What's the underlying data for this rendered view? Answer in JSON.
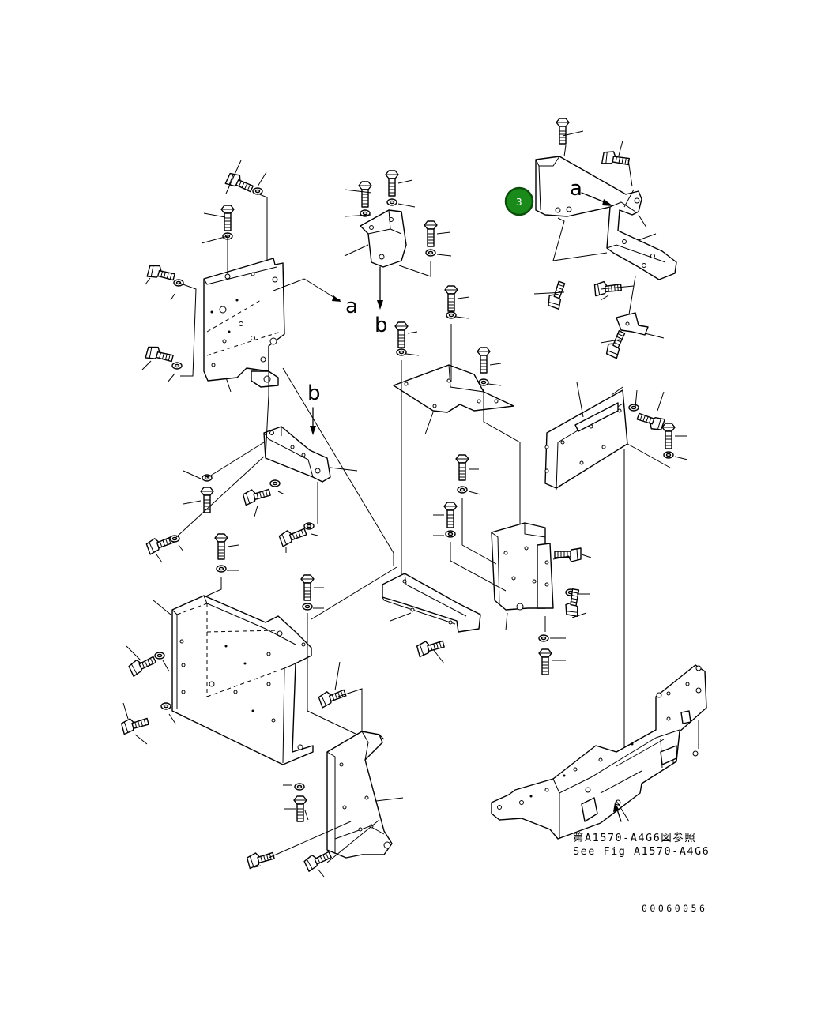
{
  "diagram": {
    "callout": {
      "number": "3",
      "color": "#1a8a1a"
    },
    "arrow_labels": {
      "a_left": "a",
      "a_right": "a",
      "b_top": "b",
      "b_mid": "b"
    },
    "reference_note": {
      "line1": "第A1570-A4G6図参照",
      "line2": "See Fig A1570-A4G6"
    },
    "drawing_code": "00060056"
  }
}
